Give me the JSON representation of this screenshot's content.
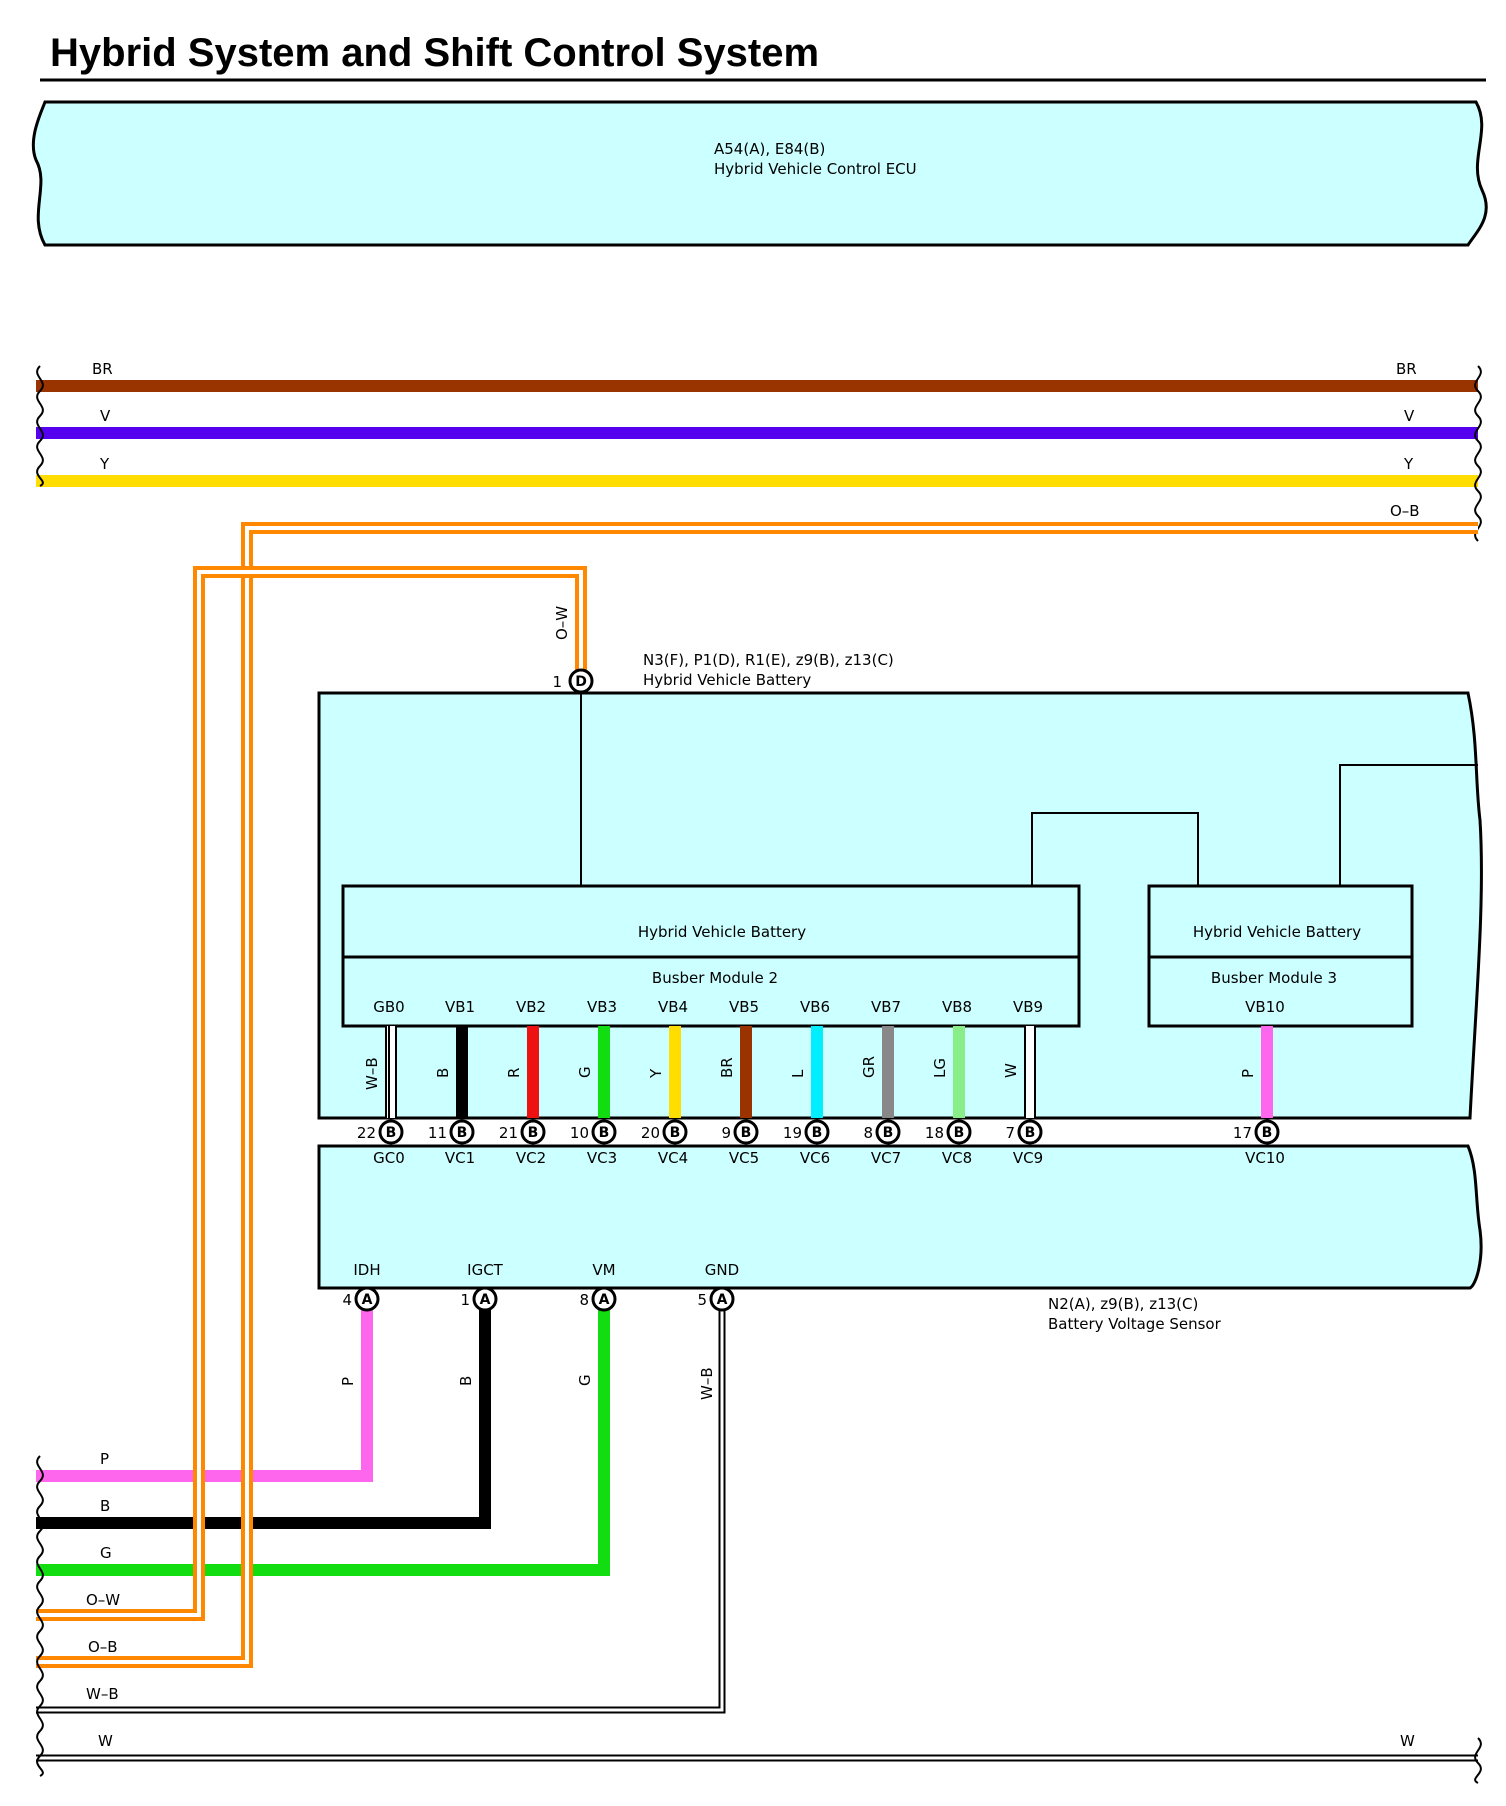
{
  "title": "Hybrid System and Shift Control System",
  "colors": {
    "component_fill": "#ccffff",
    "BR": "#993300",
    "V": "#5500ee",
    "Y": "#ffdd00",
    "O": "#ff8800",
    "P": "#ff66ee",
    "B": "#000000",
    "G": "#11dd11",
    "R": "#ee1111",
    "L": "#00eeff",
    "GR": "#888888",
    "LG": "#88ee88",
    "W": "#ffffff"
  },
  "ecu": {
    "connector": "A54(A), E84(B)",
    "name": "Hybrid Vehicle Control ECU"
  },
  "battery": {
    "connector": "N3(F), P1(D), R1(E), z9(B), z13(C)",
    "name": "Hybrid Vehicle Battery",
    "top_pin": {
      "num": "1",
      "letter": "D",
      "wire": "O–W"
    }
  },
  "module2": {
    "title": "Hybrid Vehicle Battery",
    "subtitle": "Busber Module 2"
  },
  "module3": {
    "title": "Hybrid Vehicle Battery",
    "subtitle": "Busber Module 3"
  },
  "sensor": {
    "connector": "N2(A), z9(B), z13(C)",
    "name": "Battery Voltage Sensor",
    "bottom_pins": [
      {
        "name": "IDH",
        "num": "4",
        "letter": "A",
        "wire": "P"
      },
      {
        "name": "IGCT",
        "num": "1",
        "letter": "A",
        "wire": "B"
      },
      {
        "name": "VM",
        "num": "8",
        "letter": "A",
        "wire": "G"
      },
      {
        "name": "GND",
        "num": "5",
        "letter": "A",
        "wire": "W–B"
      }
    ]
  },
  "busbar_pins": [
    {
      "top": "GB0",
      "wire": "W–B",
      "num": "22",
      "letter": "B",
      "bottom": "GC0"
    },
    {
      "top": "VB1",
      "wire": "B",
      "num": "11",
      "letter": "B",
      "bottom": "VC1"
    },
    {
      "top": "VB2",
      "wire": "R",
      "num": "21",
      "letter": "B",
      "bottom": "VC2"
    },
    {
      "top": "VB3",
      "wire": "G",
      "num": "10",
      "letter": "B",
      "bottom": "VC3"
    },
    {
      "top": "VB4",
      "wire": "Y",
      "num": "20",
      "letter": "B",
      "bottom": "VC4"
    },
    {
      "top": "VB5",
      "wire": "BR",
      "num": "9",
      "letter": "B",
      "bottom": "VC5"
    },
    {
      "top": "VB6",
      "wire": "L",
      "num": "19",
      "letter": "B",
      "bottom": "VC6"
    },
    {
      "top": "VB7",
      "wire": "GR",
      "num": "8",
      "letter": "B",
      "bottom": "VC7"
    },
    {
      "top": "VB8",
      "wire": "LG",
      "num": "18",
      "letter": "B",
      "bottom": "VC8"
    },
    {
      "top": "VB9",
      "wire": "W",
      "num": "7",
      "letter": "B",
      "bottom": "VC9"
    },
    {
      "top": "VB10",
      "wire": "P",
      "num": "17",
      "letter": "B",
      "bottom": "VC10"
    }
  ],
  "top_wires": [
    {
      "label": "BR",
      "right_label": "BR"
    },
    {
      "label": "V",
      "right_label": "V"
    },
    {
      "label": "Y",
      "right_label": "Y"
    },
    {
      "right_label": "O–B"
    }
  ],
  "bottom_wires": [
    {
      "label": "P"
    },
    {
      "label": "B"
    },
    {
      "label": "G"
    },
    {
      "label": "O–W"
    },
    {
      "label": "O–B"
    },
    {
      "label": "W–B"
    },
    {
      "label": "W",
      "right_label": "W"
    }
  ]
}
